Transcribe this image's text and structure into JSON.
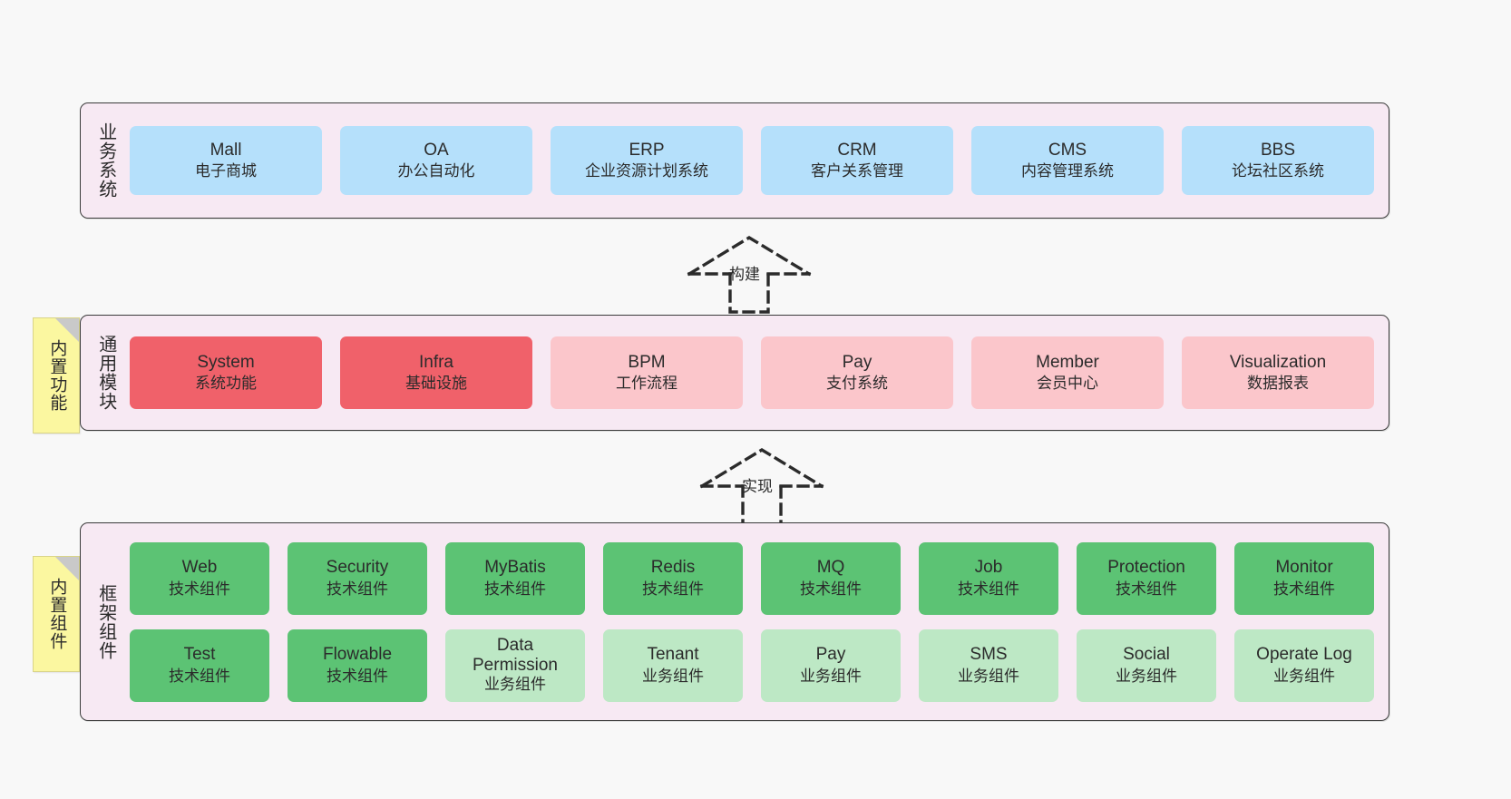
{
  "diagram": {
    "title": "ruoyi-vue-pro architecture layers",
    "background": "#f8f8f8"
  },
  "colors": {
    "layer_band": "#f7e9f3",
    "layer_border": "#3b3b3b",
    "business_box": "#b5e0fb",
    "module_primary": "#f0616a",
    "module_secondary": "#fbc6cb",
    "component_tech": "#5cc374",
    "component_business": "#bde8c5",
    "note": "#fbf7a0"
  },
  "layers": [
    {
      "id": "business-system",
      "title": "业务系统",
      "rows": [
        {
          "cells": [
            {
              "en": "Mall",
              "cn": "电子商城",
              "color": "c-blue"
            },
            {
              "en": "OA",
              "cn": "办公自动化",
              "color": "c-blue"
            },
            {
              "en": "ERP",
              "cn": "企业资源计划系统",
              "color": "c-blue"
            },
            {
              "en": "CRM",
              "cn": "客户关系管理",
              "color": "c-blue"
            },
            {
              "en": "CMS",
              "cn": "内容管理系统",
              "color": "c-blue"
            },
            {
              "en": "BBS",
              "cn": "论坛社区系统",
              "color": "c-blue"
            }
          ]
        }
      ]
    },
    {
      "id": "common-module",
      "title": "通用模块",
      "note": "内置功能",
      "rows": [
        {
          "cells": [
            {
              "en": "System",
              "cn": "系统功能",
              "color": "c-red"
            },
            {
              "en": "Infra",
              "cn": "基础设施",
              "color": "c-red"
            },
            {
              "en": "BPM",
              "cn": "工作流程",
              "color": "c-pink"
            },
            {
              "en": "Pay",
              "cn": "支付系统",
              "color": "c-pink"
            },
            {
              "en": "Member",
              "cn": "会员中心",
              "color": "c-pink"
            },
            {
              "en": "Visualization",
              "cn": "数据报表",
              "color": "c-pink"
            }
          ]
        }
      ]
    },
    {
      "id": "framework-component",
      "title": "框架组件",
      "note": "内置组件",
      "rows": [
        {
          "cells": [
            {
              "en": "Web",
              "cn": "技术组件",
              "color": "c-green"
            },
            {
              "en": "Security",
              "cn": "技术组件",
              "color": "c-green"
            },
            {
              "en": "MyBatis",
              "cn": "技术组件",
              "color": "c-green"
            },
            {
              "en": "Redis",
              "cn": "技术组件",
              "color": "c-green"
            },
            {
              "en": "MQ",
              "cn": "技术组件",
              "color": "c-green"
            },
            {
              "en": "Job",
              "cn": "技术组件",
              "color": "c-green"
            },
            {
              "en": "Protection",
              "cn": "技术组件",
              "color": "c-green"
            },
            {
              "en": "Monitor",
              "cn": "技术组件",
              "color": "c-green"
            }
          ]
        },
        {
          "cells": [
            {
              "en": "Test",
              "cn": "技术组件",
              "color": "c-green"
            },
            {
              "en": "Flowable",
              "cn": "技术组件",
              "color": "c-green"
            },
            {
              "en": "Data Permission",
              "cn": "业务组件",
              "color": "c-green-light"
            },
            {
              "en": "Tenant",
              "cn": "业务组件",
              "color": "c-green-light"
            },
            {
              "en": "Pay",
              "cn": "业务组件",
              "color": "c-green-light"
            },
            {
              "en": "SMS",
              "cn": "业务组件",
              "color": "c-green-light"
            },
            {
              "en": "Social",
              "cn": "业务组件",
              "color": "c-green-light"
            },
            {
              "en": "Operate Log",
              "cn": "业务组件",
              "color": "c-green-light"
            }
          ]
        }
      ]
    }
  ],
  "connectors": [
    {
      "id": "build",
      "label": "构建",
      "from": "common-module",
      "to": "business-system",
      "style": "dashed-hollow-arrow-up"
    },
    {
      "id": "implement",
      "label": "实现",
      "from": "framework-component",
      "to": "common-module",
      "style": "dashed-hollow-arrow-up"
    }
  ]
}
